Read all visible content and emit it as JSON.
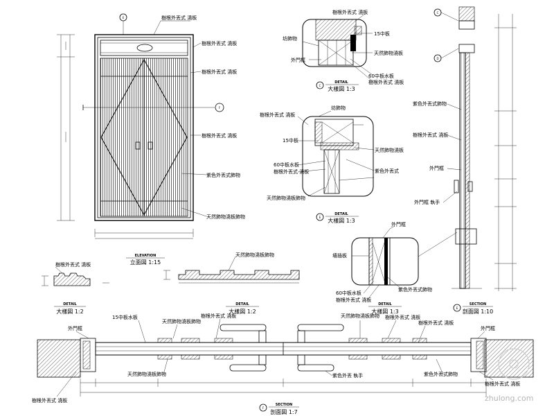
{
  "elevation": {
    "title": "立面図 1:15",
    "subtitle": "ELEVATION",
    "tags": {
      "top": "E",
      "side": "F"
    },
    "labels": [
      "樹根外丟式 澆板",
      "樹根外丟式 澆板",
      "樹根外丟式 澆板",
      "樹根外丟式 澆板",
      "紫色外丟式飾物",
      "天然飾物澆板飾物"
    ]
  },
  "detail_c": {
    "tag": "C",
    "subtitle": "DETAIL",
    "title": "大樣図 1:3",
    "labels": [
      "樹根外丟式 澆板",
      "15中板",
      "坊飾物",
      "天然飾物澆板",
      "外門框",
      "60中板水板",
      "樹根外丟式 澆板"
    ]
  },
  "detail_e": {
    "tag": "E",
    "subtitle": "DETAIL",
    "title": "大樣図 1:3",
    "labels": [
      "樹根外丟式 澆板",
      "坊飾物",
      "15中板",
      "天然飾物澆板",
      "60中板水板",
      "樹根外丟式 澆板",
      "紫色外丟式",
      "天然飾物澆板飾物"
    ]
  },
  "detail_d": {
    "subtitle": "DETAIL",
    "title": "大樣図 1:3",
    "labels": [
      "外門框",
      "墻插板",
      "60中板水板",
      "樹根外丟式 澆板",
      "紫色外丟式飾物"
    ]
  },
  "detail_profile": {
    "subtitle": "DETAIL",
    "title": "大樣図 1:2",
    "label": "樹根外丟式 澆板"
  },
  "detail_strip": {
    "subtitle": "DETAIL",
    "title": "大樣図 1:2",
    "label": "天然飾物澆板飾物"
  },
  "section_e": {
    "tag": "E",
    "subtitle": "SECTION",
    "title": "剖面図 1:10",
    "tags": {
      "c": "C",
      "d": "D"
    },
    "labels": [
      "紫色外丟式飾物",
      "樹根外丟式 澆板",
      "外門框",
      "外門框 執手"
    ]
  },
  "section_f": {
    "tag": "F",
    "subtitle": "SECTION",
    "title": "剖面図 1:7",
    "labels_top": [
      "外門框",
      "15中板水板",
      "天然飾物澆板飾物",
      "樹根外丟式 澆板",
      "天然飾物澆板飾物",
      "樹根外丟式 澆板",
      "樹根外丟式 澆板",
      "外門框"
    ],
    "labels_bottom": [
      "樹根外丟式 澆板",
      "天然飾物澆板飾物",
      "紫色外丟 執手",
      "紫色外丟式飾物",
      "樹根外丟式 澆板"
    ]
  },
  "watermark": "zhulong.com"
}
